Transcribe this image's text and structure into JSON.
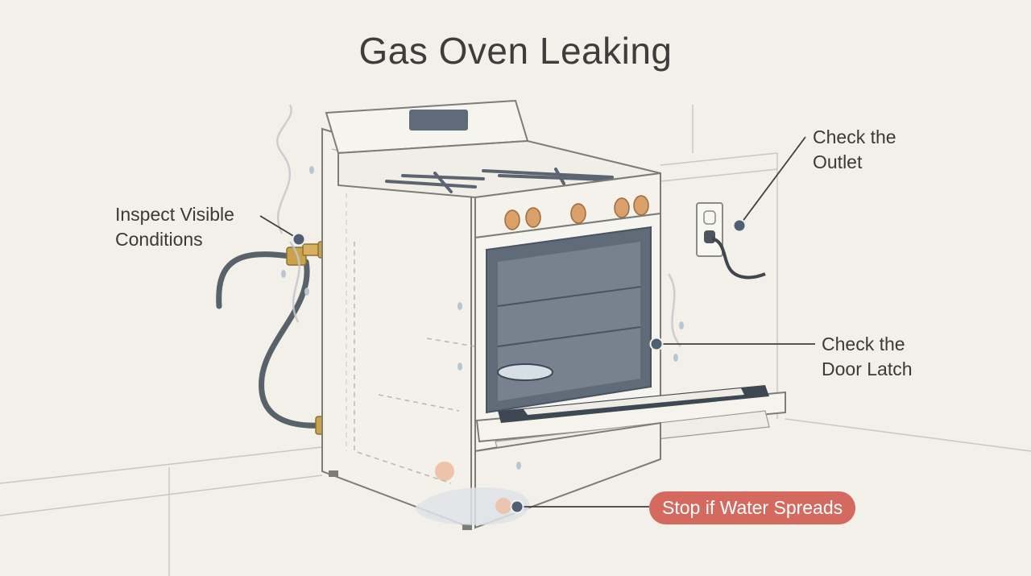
{
  "title": "Gas Oven Leaking",
  "callouts": {
    "inspect": {
      "lines": [
        "Inspect Visible",
        "Conditions"
      ]
    },
    "outlet": {
      "lines": [
        "Check the",
        "Outlet"
      ]
    },
    "latch": {
      "lines": [
        "Check the",
        "Door Latch"
      ]
    },
    "stop": {
      "label": "Stop if Water Spreads"
    }
  },
  "colors": {
    "background": "#f2f0e8",
    "appliance": "#f6f4ee",
    "outline": "#7c7c78",
    "oven_interior": "#5f6b78",
    "knob": "#d9a06a",
    "brass": "#c9a24e",
    "hose": "#59626b",
    "callout_dot": "#4e5f73",
    "stop_badge": "#d46a5f"
  }
}
